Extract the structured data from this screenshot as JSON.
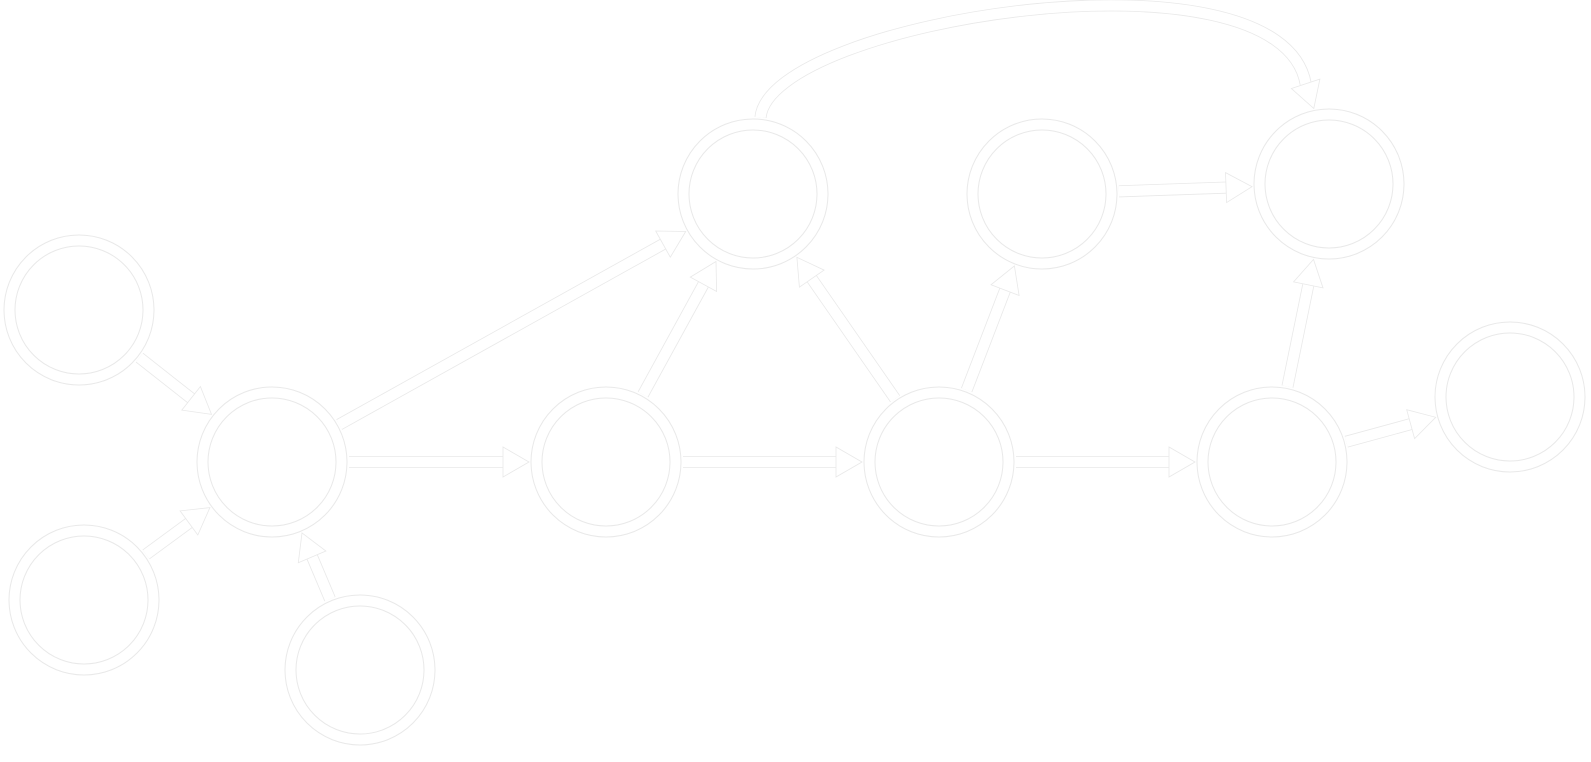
{
  "diagram": {
    "type": "directed-graph",
    "colors": {
      "background": "#ffffff",
      "outline": "#e9e9e9"
    },
    "nodes": [
      {
        "id": "n1",
        "label": ""
      },
      {
        "id": "n2",
        "label": ""
      },
      {
        "id": "n3",
        "label": ""
      },
      {
        "id": "n4",
        "label": ""
      },
      {
        "id": "n5",
        "label": ""
      },
      {
        "id": "n6",
        "label": ""
      },
      {
        "id": "n7",
        "label": ""
      },
      {
        "id": "n8",
        "label": ""
      },
      {
        "id": "n9",
        "label": ""
      },
      {
        "id": "n10",
        "label": ""
      },
      {
        "id": "n11",
        "label": ""
      },
      {
        "id": "n12",
        "label": ""
      }
    ],
    "edges": [
      {
        "from": "n1",
        "to": "n4"
      },
      {
        "from": "n2",
        "to": "n4"
      },
      {
        "from": "n3",
        "to": "n4"
      },
      {
        "from": "n4",
        "to": "n5"
      },
      {
        "from": "n4",
        "to": "n6"
      },
      {
        "from": "n5",
        "to": "n6"
      },
      {
        "from": "n5",
        "to": "n7"
      },
      {
        "from": "n7",
        "to": "n6"
      },
      {
        "from": "n7",
        "to": "n8"
      },
      {
        "from": "n7",
        "to": "n9"
      },
      {
        "from": "n8",
        "to": "n10"
      },
      {
        "from": "n6",
        "to": "n10"
      },
      {
        "from": "n9",
        "to": "n10"
      },
      {
        "from": "n9",
        "to": "n11"
      },
      {
        "from": "n12",
        "to": "n11"
      }
    ]
  }
}
